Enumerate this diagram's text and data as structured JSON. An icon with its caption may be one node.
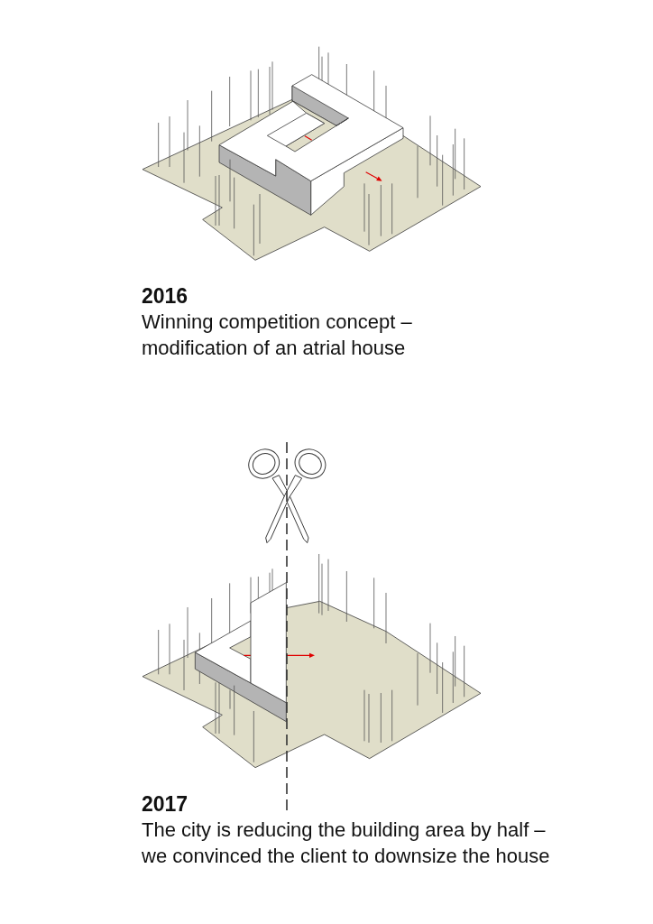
{
  "diagram": {
    "labels": [
      "2016",
      "Winning competition concept – modification of an atrial house",
      "2017",
      "The city is reducing the building area by half – we convinced the client to downsize the house"
    ]
  }
}
